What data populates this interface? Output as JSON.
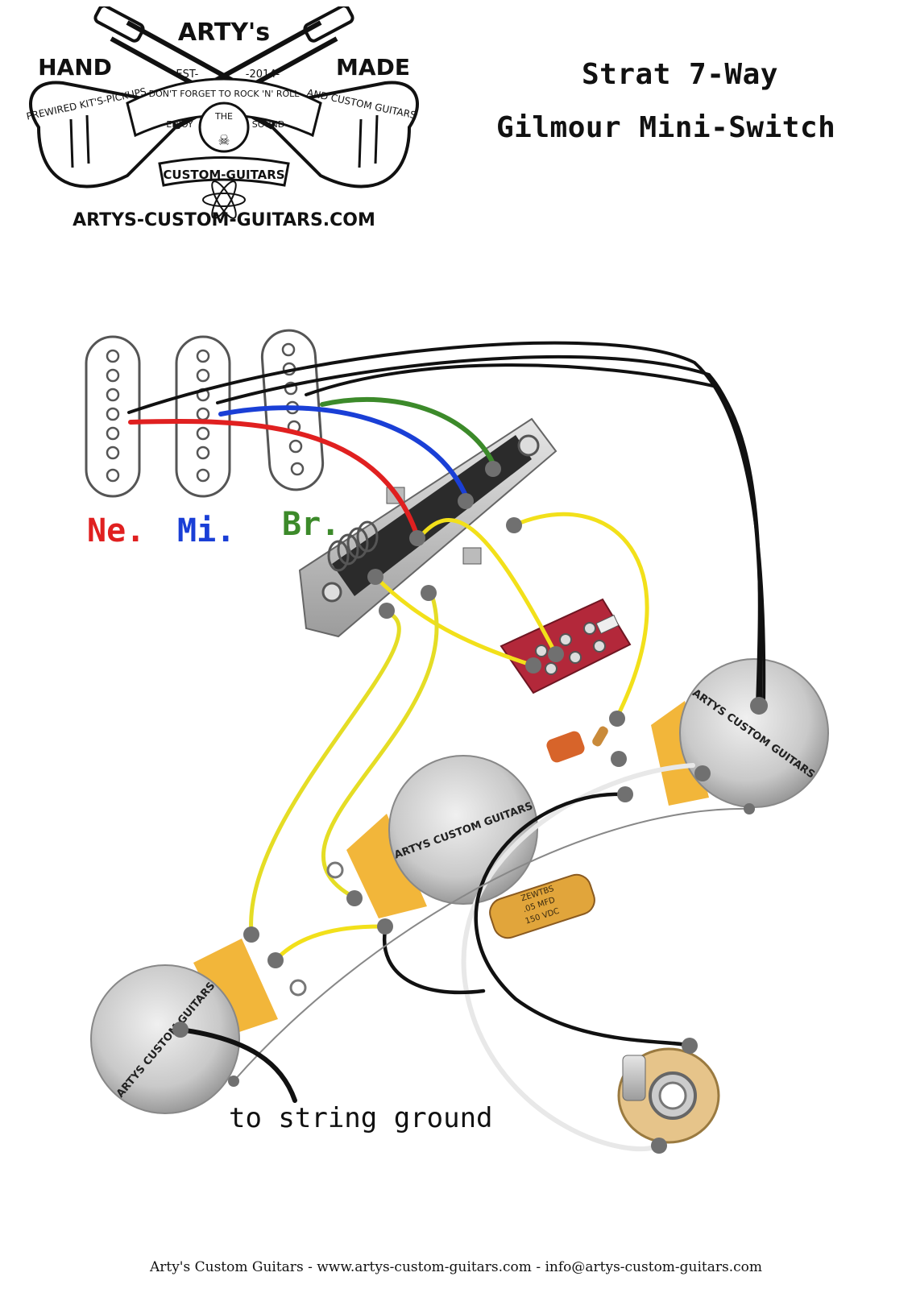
{
  "logo": {
    "brand": "ARTY's",
    "left_word": "HAND",
    "right_word": "MADE",
    "established": "-EST-",
    "year": "-2014-",
    "banner_left": "PREWIRED KIT'S-PICKUPS",
    "banner_right": "AND CUSTOM GUITARS",
    "slogan_1": "DON'T FORGET TO ROCK 'N' ROLL",
    "slogan_2a": "ENJOY",
    "slogan_2b": "THE",
    "slogan_2c": "SOUND",
    "ribbon": "CUSTOM-GUITARS",
    "url": "ARTYS-CUSTOM-GUITARS.COM"
  },
  "title": {
    "line1": "Strat 7-Way",
    "line2": "Gilmour Mini-Switch"
  },
  "pickups": [
    {
      "label": "Ne.",
      "color": "#e02020"
    },
    {
      "label": "Mi.",
      "color": "#1a3fd6"
    },
    {
      "label": "Br.",
      "color": "#3c8a2a"
    }
  ],
  "pot_label": "ARTYS CUSTOM GUITARS",
  "capacitor_text": [
    "ZEWTBS",
    ".05 MFD",
    "150 VDC"
  ],
  "annotation": "to string ground",
  "footer": "Arty's Custom Guitars - www.artys-custom-guitars.com - info@artys-custom-guitars.com",
  "colors": {
    "neck_wire": "#e02020",
    "middle_wire": "#1a3fd6",
    "bridge_wire": "#3c8a2a",
    "hookup_wire": "#f2e01a",
    "ground_wire": "#111111",
    "hot_wire": "#e8e8e8",
    "pot_lug": "#f2b63a",
    "mini_switch": "#b3283a"
  }
}
